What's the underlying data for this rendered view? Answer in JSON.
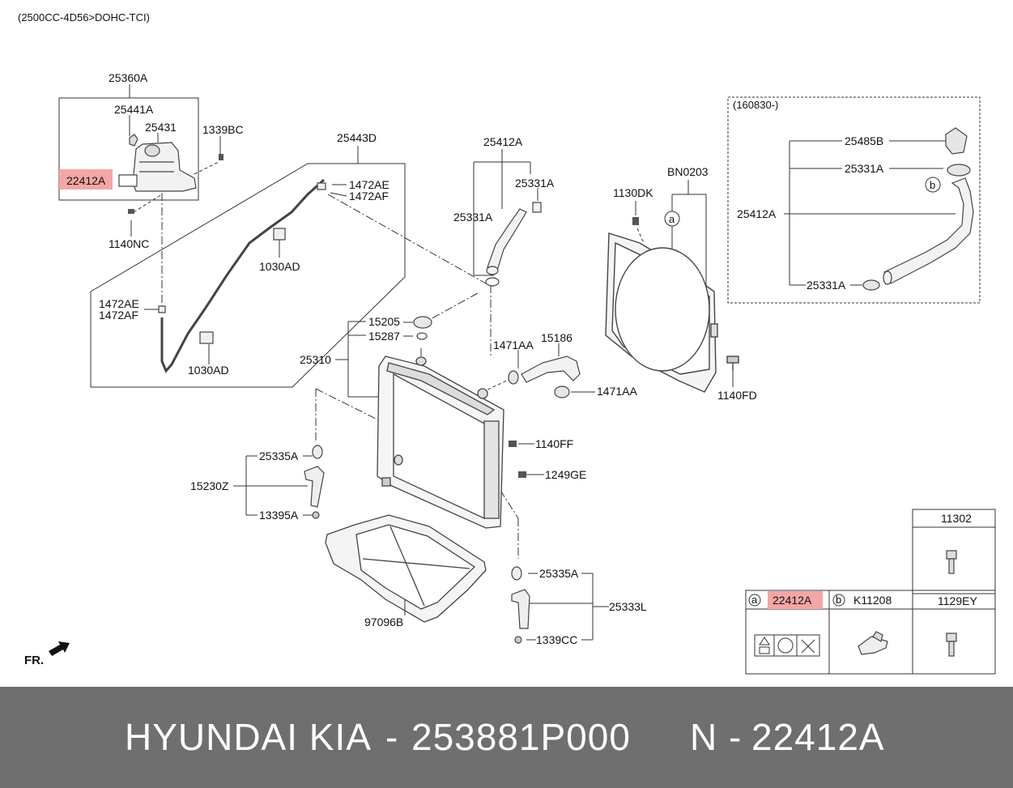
{
  "header": {
    "engine": "(2500CC-4D56>DOHC-TCI)"
  },
  "inset": {
    "date": "(160830-)"
  },
  "labels": {
    "l25360A": "25360A",
    "l25441A": "25441A",
    "l25431": "25431",
    "l1339BC": "1339BC",
    "l22412A": "22412A",
    "l1140NC": "1140NC",
    "l25443D": "25443D",
    "l1472AE_a": "1472AE",
    "l1472AF_a": "1472AF",
    "l1030AD_a": "1030AD",
    "l1472AE_b": "1472AE",
    "l1472AF_b": "1472AF",
    "l1030AD_b": "1030AD",
    "l25412A": "25412A",
    "l25331A_a": "25331A",
    "l25331A_b": "25331A",
    "l1130DK": "1130DK",
    "lBN0203": "BN0203",
    "l25485B": "25485B",
    "l25331A_c": "25331A",
    "l25412A_b": "25412A",
    "l25331A_d": "25331A",
    "l15205": "15205",
    "l15287": "15287",
    "l25310": "25310",
    "l1471AA_a": "1471AA",
    "l15186": "15186",
    "l1471AA_b": "1471AA",
    "l1140FD": "1140FD",
    "l1140FF": "1140FF",
    "l1249GE": "1249GE",
    "l25335A_a": "25335A",
    "l15230Z": "15230Z",
    "l13395A": "13395A",
    "l97096B": "97096B",
    "l25335A_b": "25335A",
    "l25333L": "25333L",
    "l1339CC": "1339CC"
  },
  "markers": {
    "a": "a",
    "b": "b",
    "fr": "FR."
  },
  "legend": {
    "a_code": "22412A",
    "b_code": "K11208",
    "col3_top": "11302",
    "col3_bottom": "1129EY"
  },
  "colors": {
    "highlight": "#f4a6a6",
    "footer_bg": "#6f6f6f",
    "line": "#333333"
  },
  "footer": {
    "brand": "HYUNDAI  KIA",
    "dash1": "-",
    "part_number": "253881P000",
    "n": "N",
    "dash2": "-",
    "code": "22412A"
  }
}
